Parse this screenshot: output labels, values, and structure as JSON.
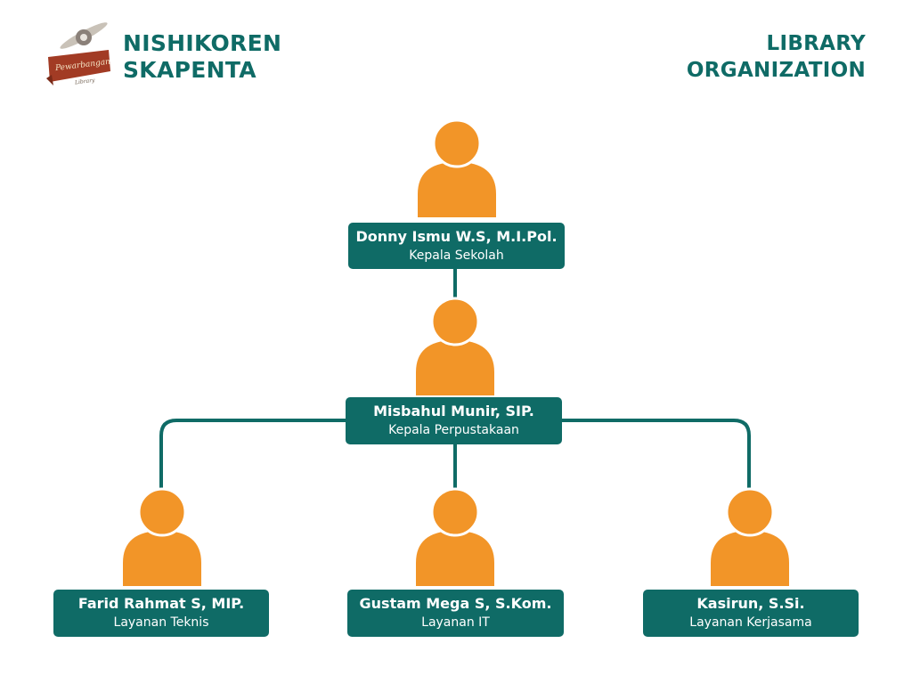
{
  "header": {
    "brand_line1": "NISHIKOREN",
    "brand_line2": "SKAPENTA",
    "title_line1": "LIBRARY",
    "title_line2": "ORGANIZATION"
  },
  "logo": {
    "icon": "library-emblem-icon",
    "banner_text": "Pewarbangan",
    "sub_text": "Library"
  },
  "colors": {
    "accent": "#0f6b66",
    "person": "#f29528",
    "background": "#ffffff"
  },
  "people": {
    "head": {
      "name": "Donny Ismu W.S, M.I.Pol.",
      "role": "Kepala Sekolah"
    },
    "librarian": {
      "name": "Misbahul Munir, SIP.",
      "role": "Kepala Perpustakaan"
    },
    "staff": [
      {
        "name": "Farid Rahmat S, MIP.",
        "role": "Layanan Teknis"
      },
      {
        "name": "Gustam Mega S, S.Kom.",
        "role": "Layanan IT"
      },
      {
        "name": "Kasirun, S.Si.",
        "role": "Layanan Kerjasama"
      }
    ]
  }
}
